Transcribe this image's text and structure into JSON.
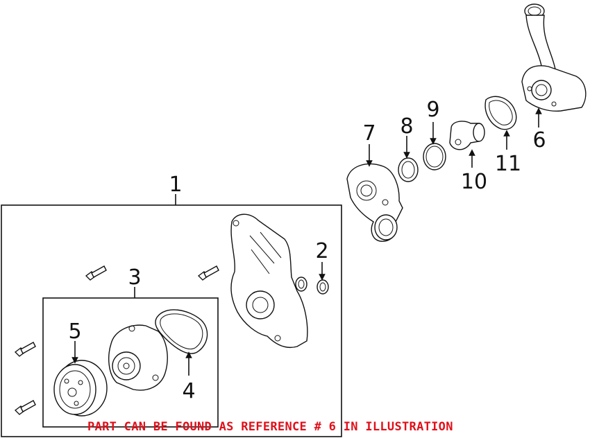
{
  "callouts": {
    "c1": "1",
    "c2": "2",
    "c3": "3",
    "c4": "4",
    "c5": "5",
    "c6": "6",
    "c7": "7",
    "c8": "8",
    "c9": "9",
    "c10": "10",
    "c11": "11"
  },
  "note": "PART CAN BE FOUND AS REFERENCE # 6 IN ILLUSTRATION",
  "colors": {
    "note": "#e0101a",
    "lines": "#111111"
  }
}
